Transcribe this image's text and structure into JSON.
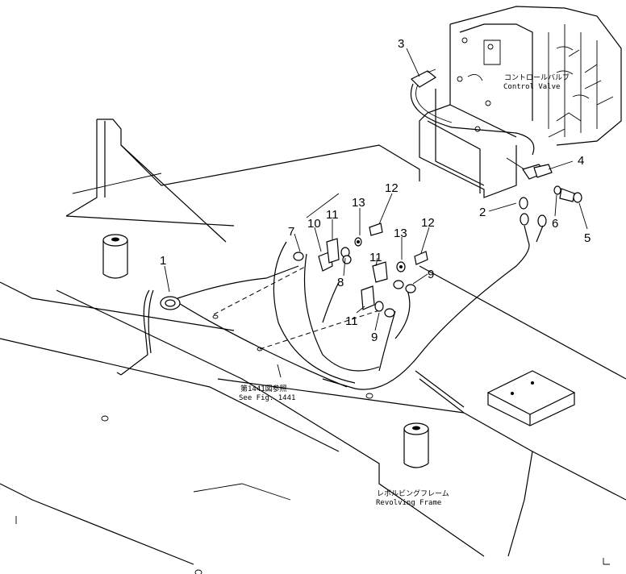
{
  "labels": {
    "control_valve_jp": "コントロールバルブ",
    "control_valve_en": "Control Valve",
    "see_fig_jp": "第1441図参照",
    "see_fig_en": "See Fig. 1441",
    "revolving_frame_jp": "レボルビングフレーム",
    "revolving_frame_en": "Revolving Frame"
  },
  "callouts": {
    "c1": "1",
    "c2": "2",
    "c3": "3",
    "c4": "4",
    "c5": "5",
    "c6": "6",
    "c7": "7",
    "c8": "8",
    "c9a": "9",
    "c9b": "9",
    "c10": "10",
    "c11a": "11",
    "c11b": "11",
    "c11c": "11",
    "c12a": "12",
    "c12b": "12",
    "c13a": "13",
    "c13b": "13"
  }
}
